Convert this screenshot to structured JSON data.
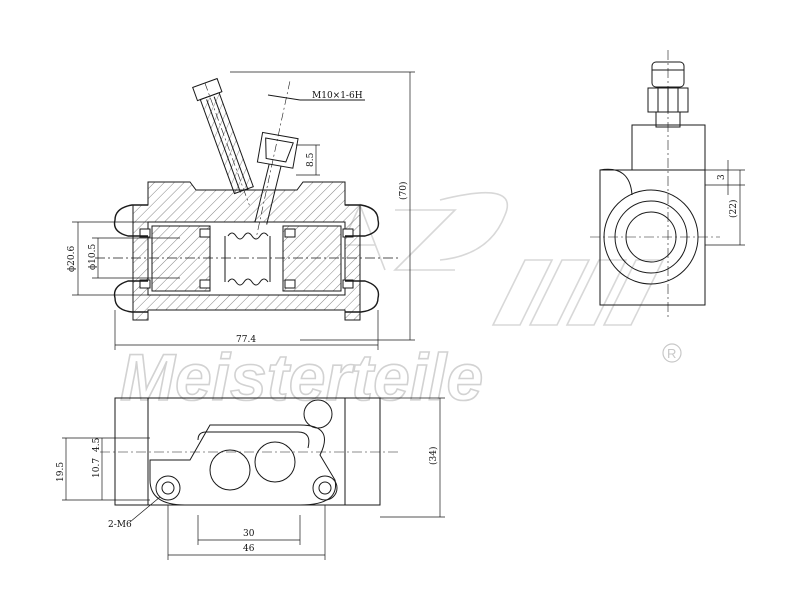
{
  "watermark": {
    "brand": "Meisterteile",
    "registered": "R",
    "logo_text": "A.Z."
  },
  "dimensions": {
    "overall_length": "77.4",
    "bore_outer": "ϕ20.6",
    "bore_inner": "ϕ10.5",
    "thread": "M10×1-6H",
    "fitting_height": "8.5",
    "total_height": "(70)",
    "flange_offset": "3",
    "flange_height": "(22)",
    "base_height": "(34)",
    "hole_span_inner": "30",
    "hole_span_outer": "46",
    "mount_offset_1": "19.5",
    "mount_offset_2": "10.7",
    "mount_offset_3": "4.5",
    "mount_thread": "2-M6"
  },
  "colors": {
    "line": "#1a1a1a",
    "watermark": "#d2d2d2"
  }
}
